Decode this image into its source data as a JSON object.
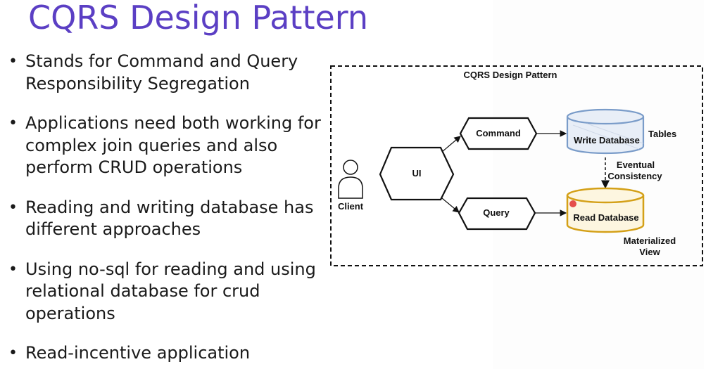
{
  "slide": {
    "title": "CQRS Design Pattern",
    "title_color": "#5b3fc4"
  },
  "bullets": [
    {
      "text": "Stands for Command and Query Responsibility Segregation"
    },
    {
      "text": "Applications need both working for complex join queries and also perform CRUD operations"
    },
    {
      "text": "Reading and writing database has different approaches"
    },
    {
      "text": "Using no-sql for reading and using relational database for crud operations"
    },
    {
      "text": "Read-incentive application"
    }
  ],
  "diagram": {
    "title": "CQRS Design Pattern",
    "client_label": "Client",
    "ui_label": "UI",
    "command_label": "Command",
    "query_label": "Query",
    "write_db_label": "Write Database",
    "read_db_label": "Read Database",
    "tables_label": "Tables",
    "eventual_label_line1": "Eventual",
    "eventual_label_line2": "Consistency",
    "materialized_label_line1": "Materialized",
    "materialized_label_line2": "View",
    "colors": {
      "write_db_stroke": "#7a9cc9",
      "write_db_fill": "#e8eef7",
      "read_db_stroke": "#d4a017",
      "read_db_fill": "#fdf6e0",
      "cursor_dot": "#e03030"
    }
  }
}
